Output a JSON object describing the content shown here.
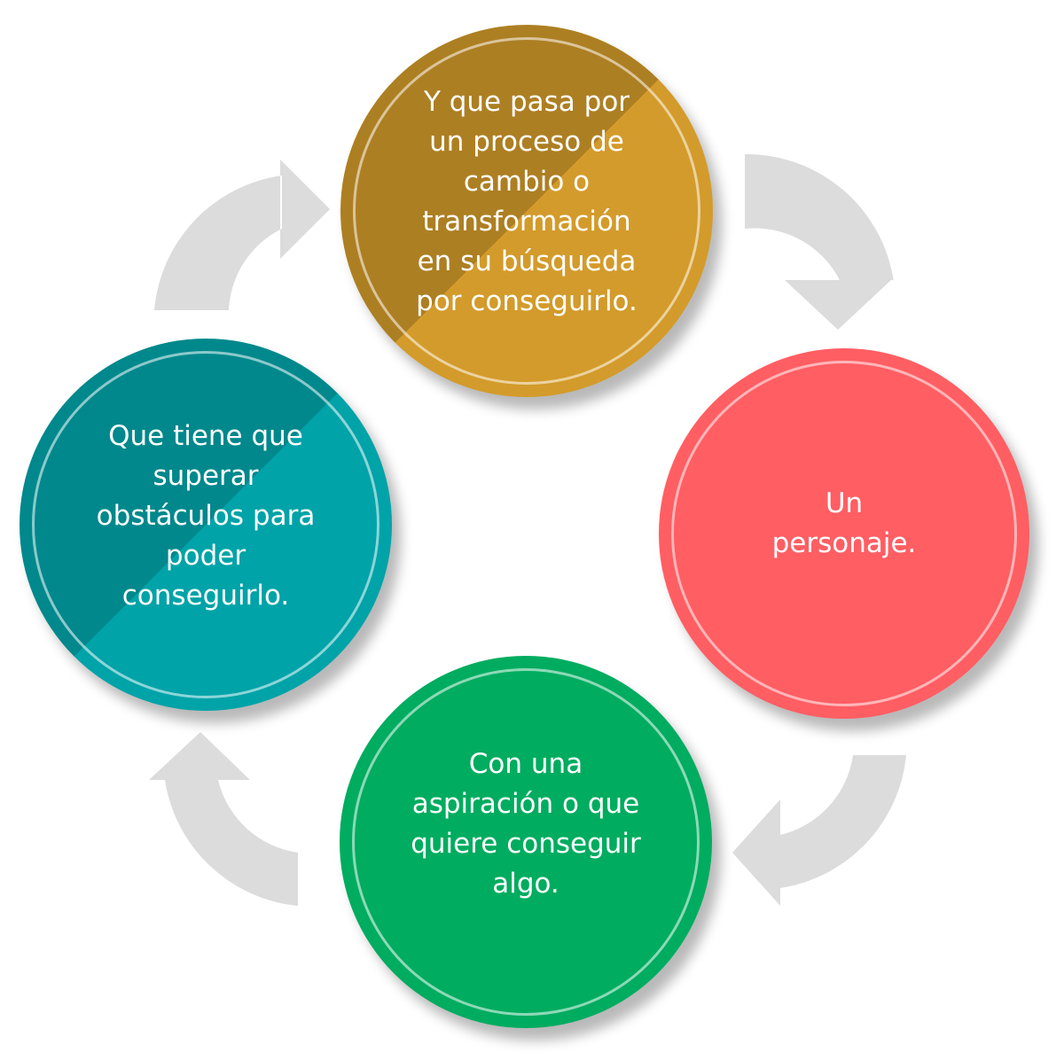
{
  "diagram": {
    "nodes": [
      {
        "id": "top",
        "label": "Y que pasa por\nun proceso de\ncambio o\ntransformación\nen su búsqueda\npor conseguirlo.",
        "color": "#d39b2b"
      },
      {
        "id": "right",
        "label": "Un\npersonaje.",
        "color": "#ff5e63"
      },
      {
        "id": "bottom",
        "label": "Con una\naspiración o que\nquiere conseguir\nalgo.",
        "color": "#00ac5f"
      },
      {
        "id": "left",
        "label": "Que tiene que\nsuperar\nobstáculos para\npoder\nconseguirlo.",
        "color": "#00a3a8"
      }
    ],
    "arrow_color": "#dcdcdc",
    "flow": "clockwise",
    "arrow_icon": "curved-arrow-icon"
  }
}
